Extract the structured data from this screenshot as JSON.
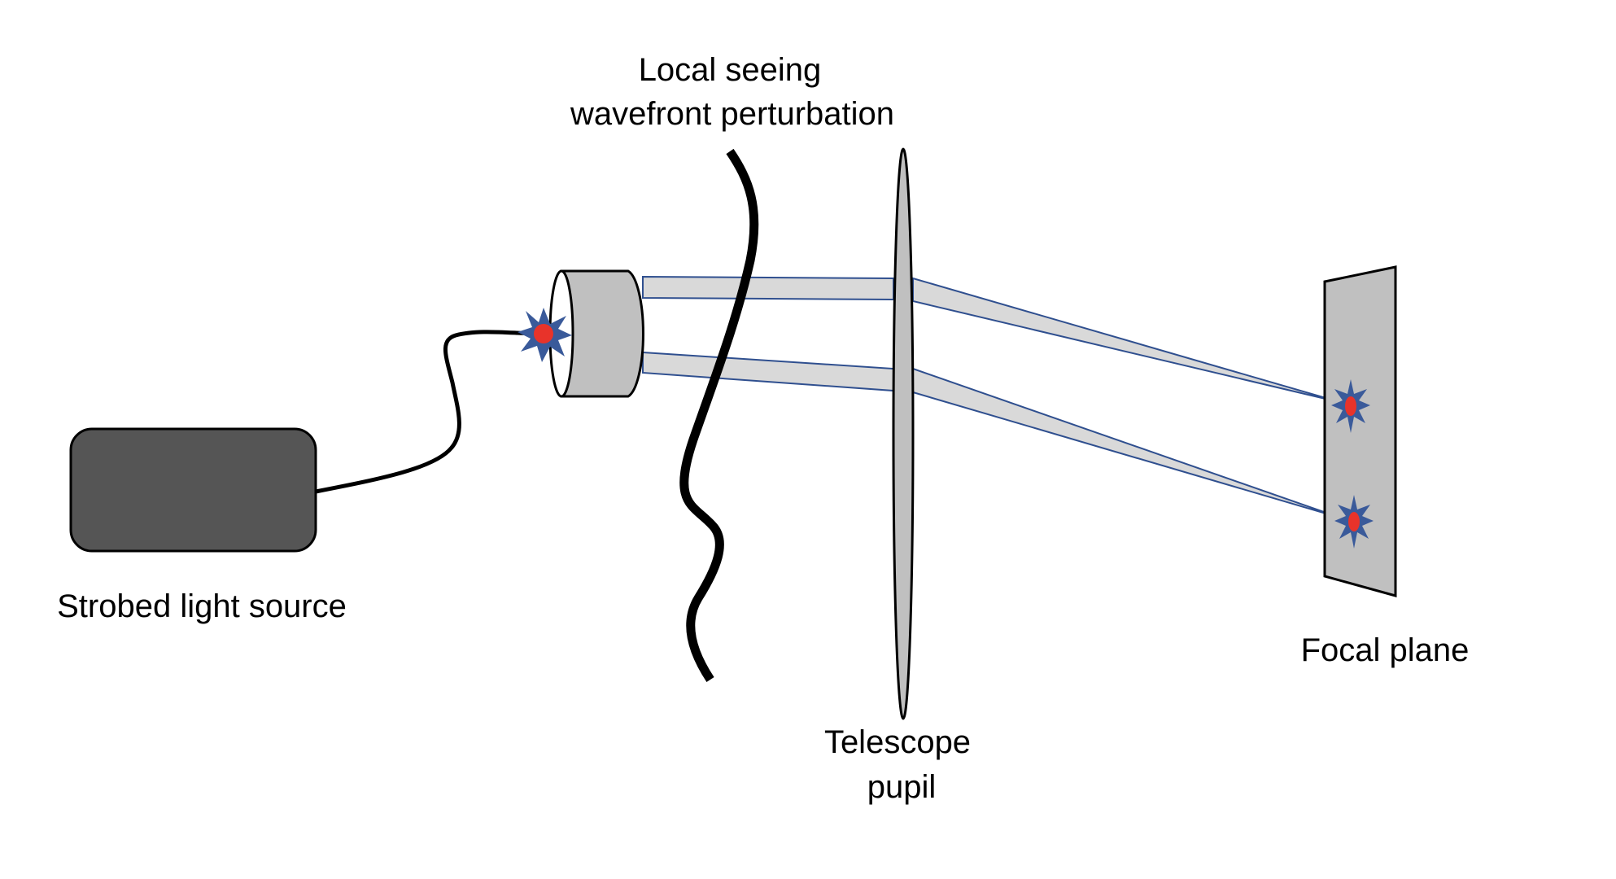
{
  "labels": {
    "seeing_line1": "Local seeing",
    "seeing_line2": "wavefront perturbation",
    "light_source": "Strobed light source",
    "focal_plane": "Focal plane",
    "telescope_line1": "Telescope",
    "telescope_line2": "pupil"
  },
  "colors": {
    "light_source_box": "#555555",
    "component_fill": "#c0c0c0",
    "beam_fill": "#d9d9d9",
    "beam_edge": "#2f4f8f",
    "star_point": "#3a5a9a",
    "star_core": "#e8332a",
    "cable": "#000000"
  }
}
